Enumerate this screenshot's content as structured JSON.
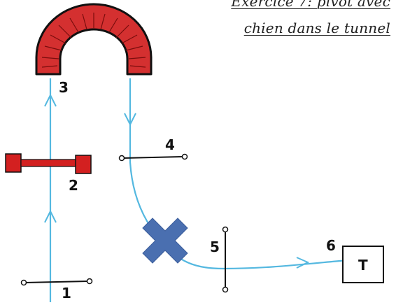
{
  "title": {
    "line1": "Exercice 7: pivot avec",
    "line2": "chien dans le tunnel"
  },
  "labels": {
    "obstacle1": "1",
    "obstacle2": "2",
    "obstacle3": "3",
    "obstacle4": "4",
    "obstacle5": "5",
    "obstacle6": "6",
    "table": "T"
  },
  "colors": {
    "path": "#54b8e0",
    "tunnel_red": "#cc1f1f",
    "jump_red": "#d32020",
    "marker_blue": "#4a6fb0",
    "ink": "#111111"
  }
}
